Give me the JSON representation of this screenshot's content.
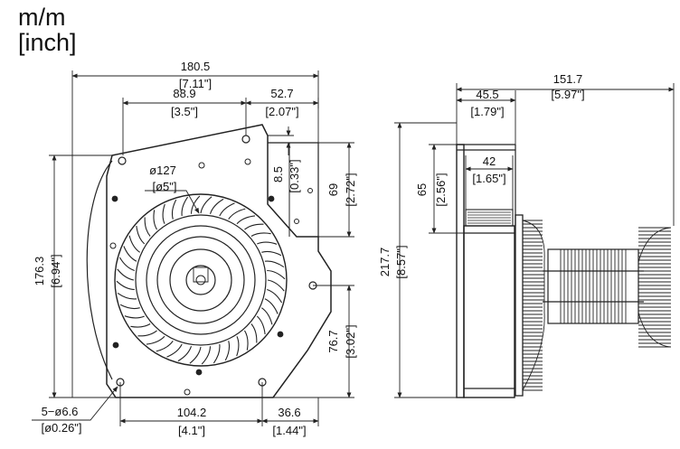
{
  "units": {
    "metric": "m/m",
    "imperial": "[inch]"
  },
  "front_view": {
    "overall_width": {
      "mm": "180.5",
      "inch": "[7.11\"]"
    },
    "hole_to_center": {
      "mm": "88.9",
      "inch": "[3.5\"]"
    },
    "outlet_width": {
      "mm": "52.7",
      "inch": "[2.07\"]"
    },
    "outlet_offset": {
      "mm": "8.5",
      "inch": "[0.33\"]"
    },
    "outlet_height": {
      "mm": "69",
      "inch": "[2.72\"]"
    },
    "overall_height": {
      "mm": "176.3",
      "inch": "[6.94\"]"
    },
    "hole_height": {
      "mm": "76.7",
      "inch": "[3.02\"]"
    },
    "bottom_hole_spacing": {
      "mm": "104.2",
      "inch": "[4.1\"]"
    },
    "bottom_hole_offset": {
      "mm": "36.6",
      "inch": "[1.44\"]"
    },
    "wheel_diameter": {
      "mm": "ø127",
      "inch": "[ø5\"]"
    },
    "mounting_holes": {
      "mm": "5−ø6.6",
      "inch": "[ø0.26\"]"
    }
  },
  "side_view": {
    "overall_depth": {
      "mm": "151.7",
      "inch": "[5.97\"]"
    },
    "housing_depth": {
      "mm": "45.5",
      "inch": "[1.79\"]"
    },
    "outlet_depth": {
      "mm": "42",
      "inch": "[1.65\"]"
    },
    "outlet_height": {
      "mm": "65",
      "inch": "[2.56\"]"
    },
    "overall_height": {
      "mm": "217.7",
      "inch": "[8.57\"]"
    }
  }
}
